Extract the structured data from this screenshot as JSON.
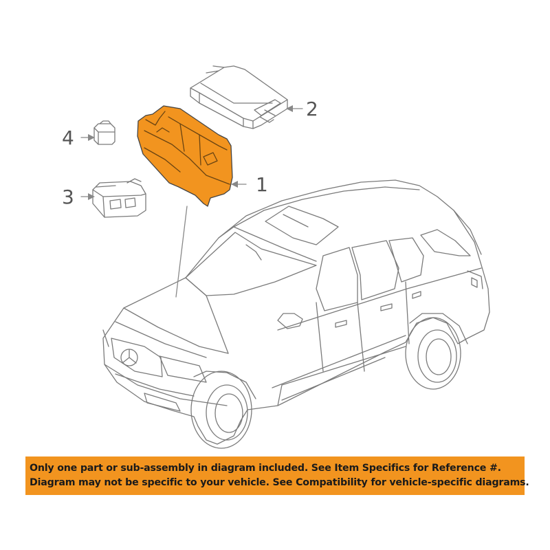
{
  "diagram": {
    "callouts": [
      {
        "number": "1",
        "part": "fuse-relay-box-cover"
      },
      {
        "number": "2",
        "part": "fuse-relay-box"
      },
      {
        "number": "3",
        "part": "relay-block"
      },
      {
        "number": "4",
        "part": "relay"
      }
    ],
    "highlight_color": "#f2941f",
    "line_color": "#888888"
  },
  "banner": {
    "line1": "Only one part or sub-assembly in diagram included. See Item Specifics for Reference #.",
    "line2": "Diagram may not be specific to your vehicle. See Compatibility for vehicle-specific diagrams.",
    "background": "#f2941f"
  }
}
